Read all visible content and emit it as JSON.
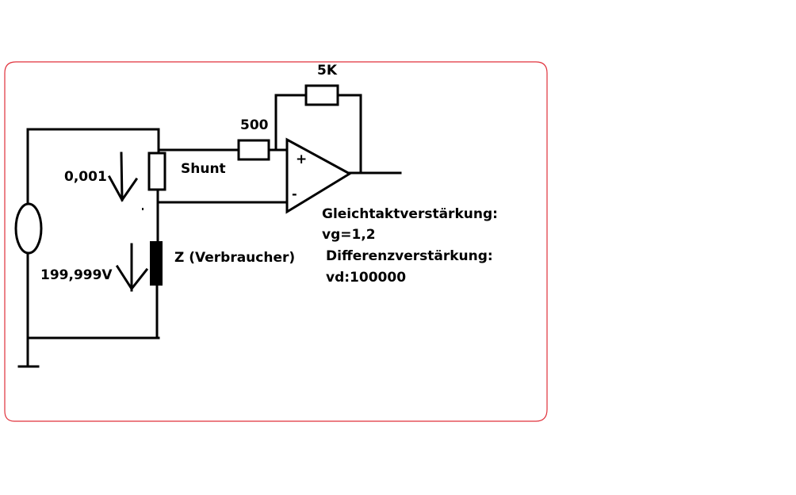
{
  "frame": {
    "border_color": "#e0303a"
  },
  "labels": {
    "feedback_resistor": "5K",
    "input_resistor": "500",
    "shunt": "Shunt",
    "shunt_voltage": "0,001",
    "load_voltage": "199,999V",
    "load": "Z (Verbraucher)",
    "opamp_plus": "+",
    "opamp_minus": "-",
    "common_mode_title": "Gleichtaktverstärkung:",
    "common_mode_value": "vg=1,2",
    "differential_title": "Differenzverstärkung:",
    "differential_value": "vd:100000"
  }
}
